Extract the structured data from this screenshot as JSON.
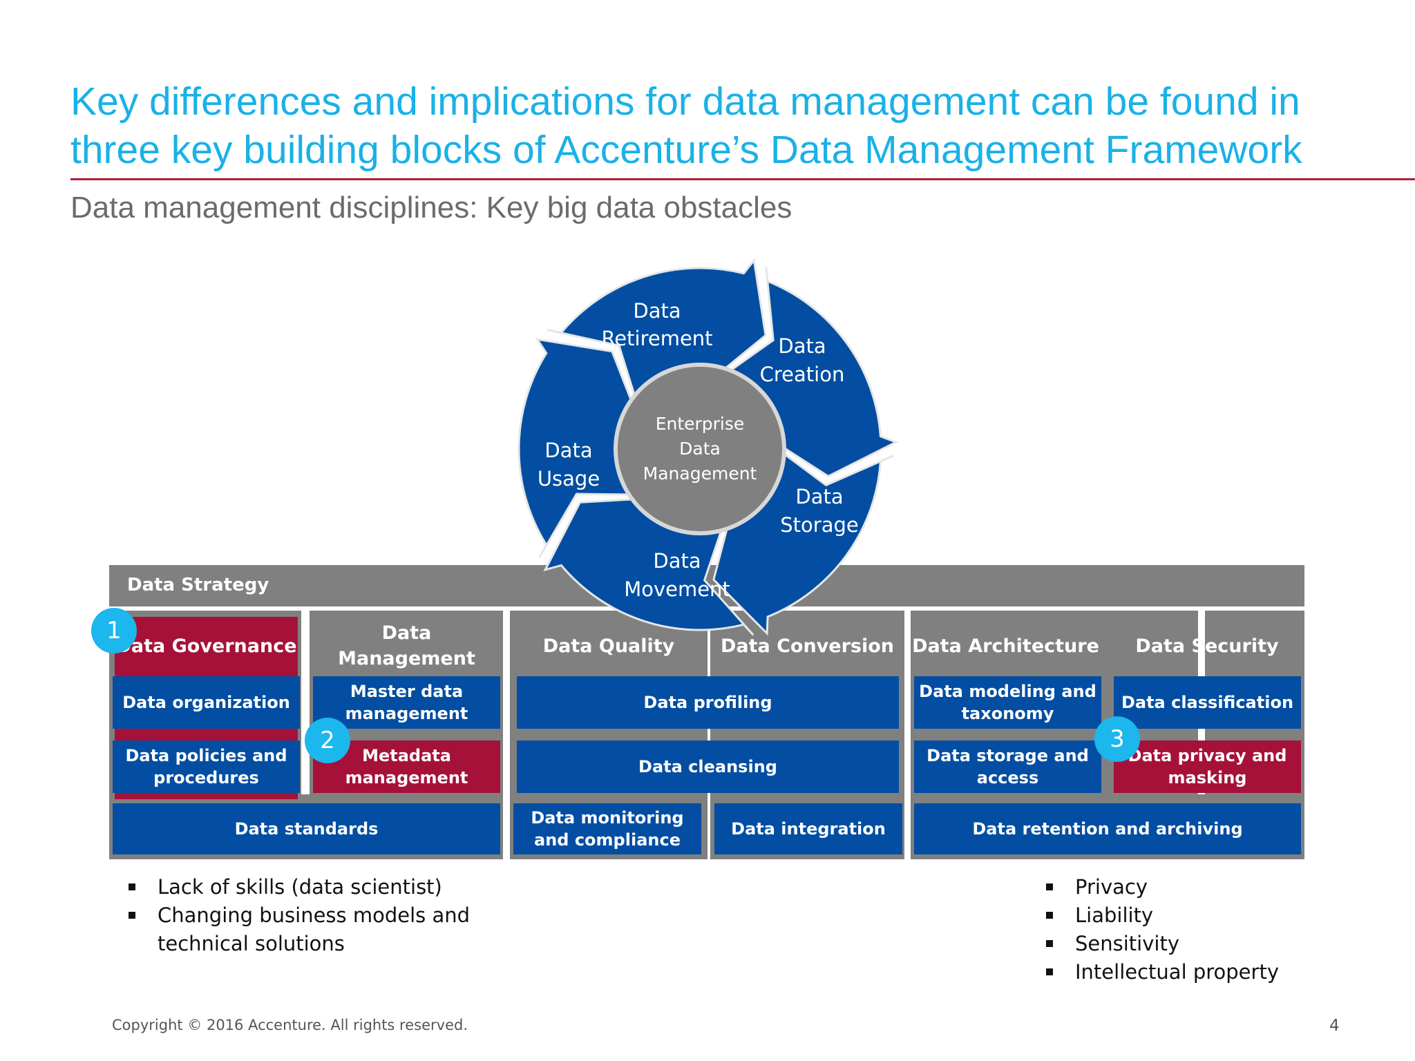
{
  "title": "Key differences and implications for data management can be found in three key building blocks of Accenture’s Data Management Framework",
  "subtitle": "Data management disciplines: Key big data obstacles",
  "cycle": {
    "center_lines": [
      "Enterprise",
      "Data",
      "Management"
    ],
    "stages": [
      {
        "lines": [
          "Data",
          "Retirement"
        ]
      },
      {
        "lines": [
          "Data",
          "Creation"
        ]
      },
      {
        "lines": [
          "Data",
          "Storage"
        ]
      },
      {
        "lines": [
          "Data",
          "Movement"
        ]
      },
      {
        "lines": [
          "Data",
          "Usage"
        ]
      }
    ]
  },
  "framework": {
    "strategy_label": "Data Strategy",
    "headers": {
      "governance": "Data Governance",
      "management": "Data Management",
      "quality": "Data Quality",
      "conversion": "Data Conversion",
      "architecture": "Data Architecture",
      "security": "Data Security"
    },
    "boxes": {
      "data_organization": "Data organization",
      "master_data": "Master data management",
      "data_profiling": "Data profiling",
      "data_modeling": "Data modeling and taxonomy",
      "data_classification": "Data classification",
      "data_policies": "Data policies and procedures",
      "metadata": "Metadata management",
      "data_cleansing": "Data cleansing",
      "data_storage_access": "Data storage and access",
      "data_privacy": "Data privacy and masking",
      "data_standards": "Data standards",
      "data_monitoring": "Data monitoring and compliance",
      "data_integration": "Data integration",
      "data_retention": "Data retention and archiving"
    },
    "badges": [
      "1",
      "2",
      "3"
    ]
  },
  "obstacles_left": [
    "Lack of skills (data scientist)",
    "Changing business models and technical solutions"
  ],
  "obstacles_right": [
    "Privacy",
    "Liability",
    "Sensitivity",
    "Intellectual property"
  ],
  "footer": {
    "copyright": "Copyright © 2016 Accenture. All rights reserved.",
    "page_number": "4"
  },
  "colors": {
    "title": "#1ab1e6",
    "accent_rule": "#b41d3c",
    "blue": "#034ea2",
    "red": "#a6113a",
    "gray": "#808080",
    "badge": "#1cb7ec"
  }
}
